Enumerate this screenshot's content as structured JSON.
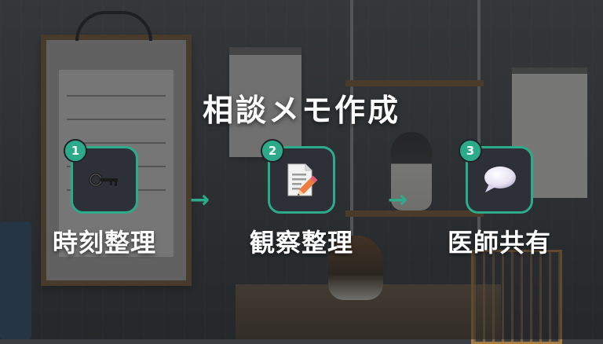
{
  "title": "相談メモ作成",
  "steps": [
    {
      "number": "1",
      "icon": "key-icon",
      "label": "時刻整理"
    },
    {
      "number": "2",
      "icon": "memo-pencil-icon",
      "label": "観察整理"
    },
    {
      "number": "3",
      "icon": "speech-bubble-icon",
      "label": "医師共有"
    }
  ],
  "arrows": [
    "→",
    "→"
  ],
  "colors": {
    "accent": "#2cab8a",
    "tile": "#2d3036",
    "text": "#ffffff"
  }
}
